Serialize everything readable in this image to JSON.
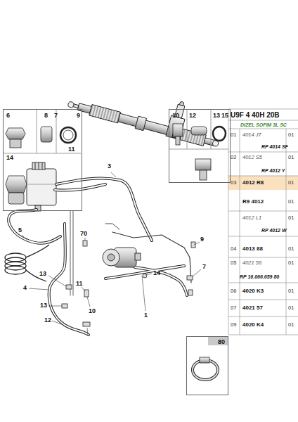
{
  "diagram": {
    "nodes": [
      {
        "text": [
          "6",
          "8",
          "7",
          "9",
          "11",
          "14"
        ]
      },
      {
        "text": [
          "10",
          "12",
          "13",
          "15"
        ]
      },
      {
        "text": [
          "80"
        ]
      }
    ],
    "labels": [
      "3",
      "5",
      "70",
      "9",
      "7",
      "13",
      "14",
      "11",
      "4",
      "13",
      "12",
      "10",
      "1",
      "U9F 4 40H 20B",
      "DIZEL SOFIM 3L SC",
      "01",
      "4014 JT",
      "01",
      "RP 4014 SF",
      "02",
      "4012 S5",
      "01",
      "RP 4012 Y",
      "03",
      "4012 R8",
      "01",
      "R9 4012",
      "01",
      "4012 L1",
      "01",
      "RP 4012 W",
      "04",
      "4013 88",
      "01",
      "05",
      "4021 56",
      "01",
      "RP 16.066.659 80",
      "06",
      "4020 K3",
      "01",
      "07",
      "4021 57",
      "01",
      "09",
      "4020 K4",
      "01"
    ]
  }
}
